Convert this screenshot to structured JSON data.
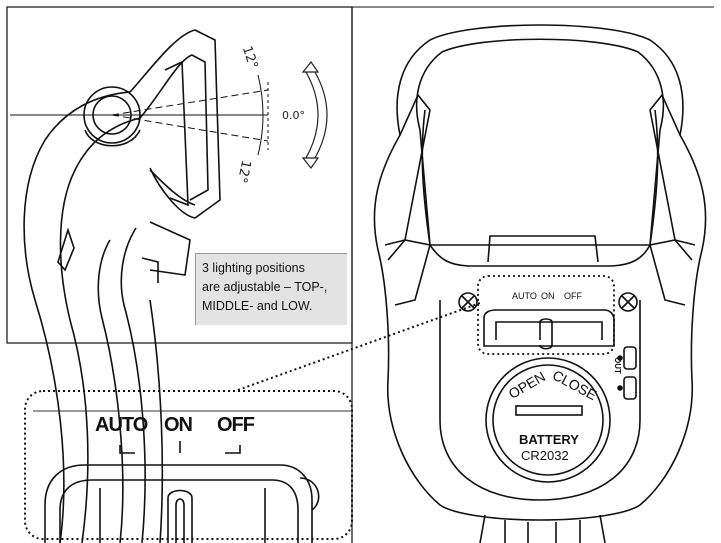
{
  "side_view": {
    "angle_top": "12°",
    "angle_mid": "0.0°",
    "angle_bottom": "12°"
  },
  "caption": {
    "line1": "3 lighting positions",
    "line2": "are adjustable – TOP-,",
    "line3": "MIDDLE- and LOW."
  },
  "zoom_switch": {
    "auto": "AUTO",
    "on": "ON",
    "off": "OFF"
  },
  "front_view": {
    "switch_auto": "AUTO",
    "switch_on": "ON",
    "switch_off": "OFF",
    "out_label": "OUT",
    "cover_open": "OPEN",
    "cover_close": "CLOSE",
    "battery_label": "BATTERY",
    "battery_model": "CR2032"
  },
  "colors": {
    "line": "#111111",
    "caption_bg": "#e3e3e3"
  }
}
